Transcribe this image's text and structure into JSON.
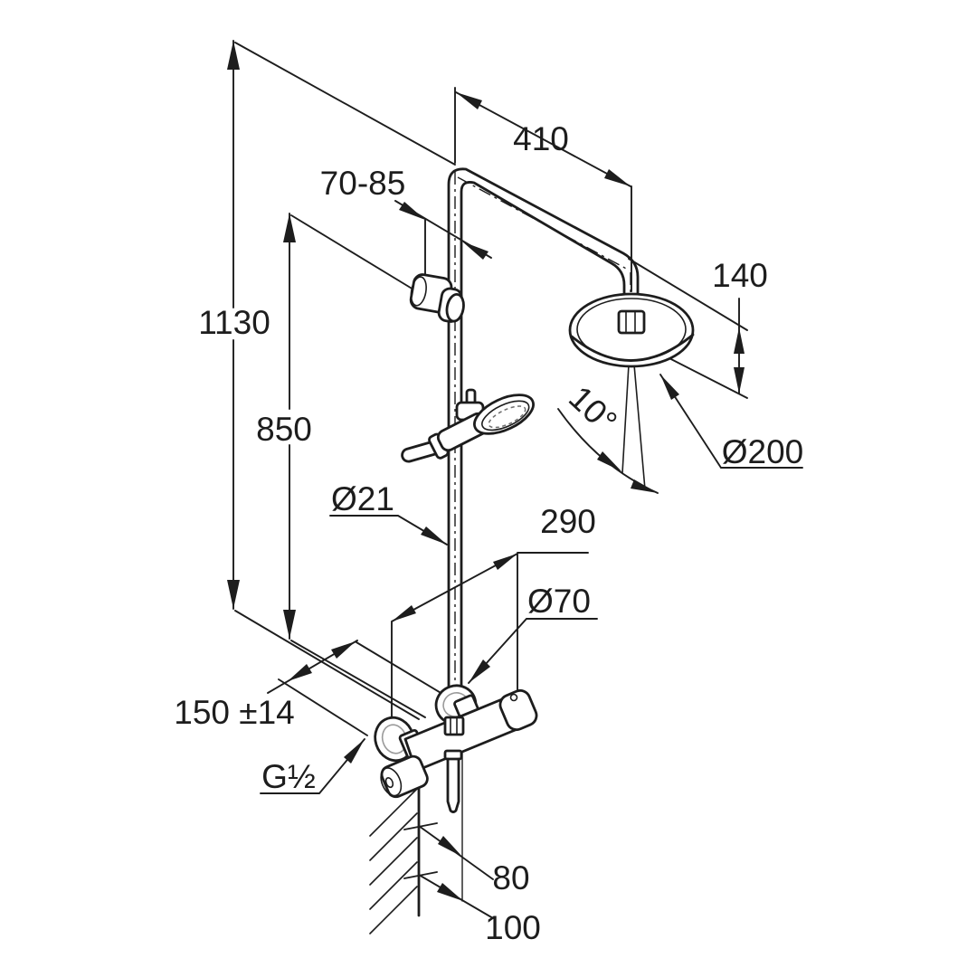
{
  "drawing": {
    "kind": "shower-system-dimension-drawing",
    "line_color": "#1d1d1d",
    "background_color": "#ffffff"
  },
  "dimensions": {
    "top_width": "410",
    "bracket_range": "70-85",
    "head_drop": "140",
    "total_height": "1130",
    "rail_height": "850",
    "head_diameter": "Ø200",
    "spray_angle": "10°",
    "pipe_diameter": "Ø21",
    "center_span": "290",
    "escutcheon_diameter": "Ø70",
    "connection_centers": "150 ±14",
    "thread_size": "G½",
    "wall_offset": "80",
    "outlet_offset": "100"
  }
}
